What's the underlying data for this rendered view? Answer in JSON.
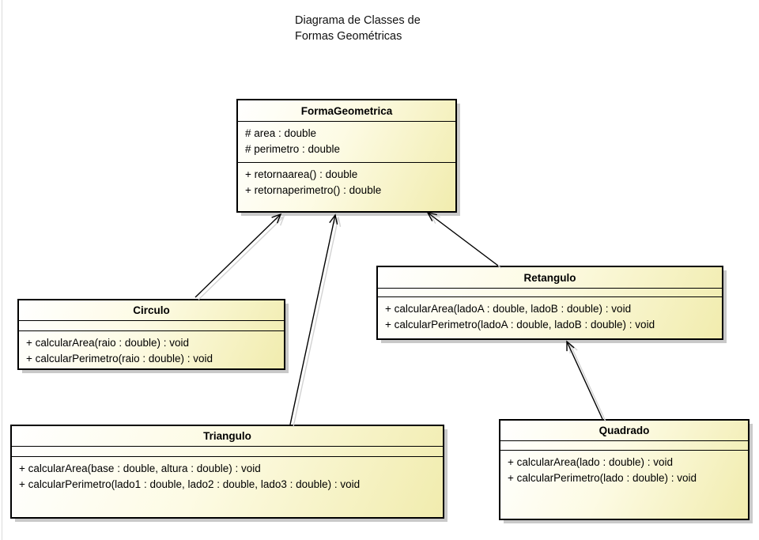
{
  "diagram_title": {
    "line1": "Diagrama de Classes de",
    "line2": "Formas Geométricas"
  },
  "classes": [
    {
      "name": "FormaGeometrica",
      "attributes": [
        "# area : double",
        "# perimetro : double"
      ],
      "methods": [
        "+ retornaarea() : double",
        "+ retornaperimetro() : double"
      ]
    },
    {
      "name": "Circulo",
      "attributes": [],
      "methods": [
        "+ calcularArea(raio : double) : void",
        "+ calcularPerimetro(raio : double) : void"
      ]
    },
    {
      "name": "Retangulo",
      "attributes": [],
      "methods": [
        "+ calcularArea(ladoA : double, ladoB : double) : void",
        "+ calcularPerimetro(ladoA : double, ladoB : double) : void"
      ]
    },
    {
      "name": "Triangulo",
      "attributes": [],
      "methods": [
        "+ calcularArea(base : double, altura : double) : void",
        "+ calcularPerimetro(lado1 : double, lado2 : double, lado3 : double) : void"
      ]
    },
    {
      "name": "Quadrado",
      "attributes": [],
      "methods": [
        "+ calcularArea(lado : double) : void",
        "+ calcularPerimetro(lado : double) : void"
      ]
    }
  ],
  "relations": [
    {
      "from": "Circulo",
      "to": "FormaGeometrica",
      "type": "generalization"
    },
    {
      "from": "Triangulo",
      "to": "FormaGeometrica",
      "type": "generalization"
    },
    {
      "from": "Retangulo",
      "to": "FormaGeometrica",
      "type": "generalization"
    },
    {
      "from": "Quadrado",
      "to": "Retangulo",
      "type": "generalization"
    }
  ],
  "colors": {
    "box_border": "#000000",
    "box_fill_light": "#ffffff",
    "box_fill_dark": "#f1ecae",
    "box_shadow": "#c9c9c9",
    "edge": "#000000",
    "edge_shadow": "#d2d2d2",
    "canvas_edge": "#dadada",
    "text": "#000000"
  }
}
